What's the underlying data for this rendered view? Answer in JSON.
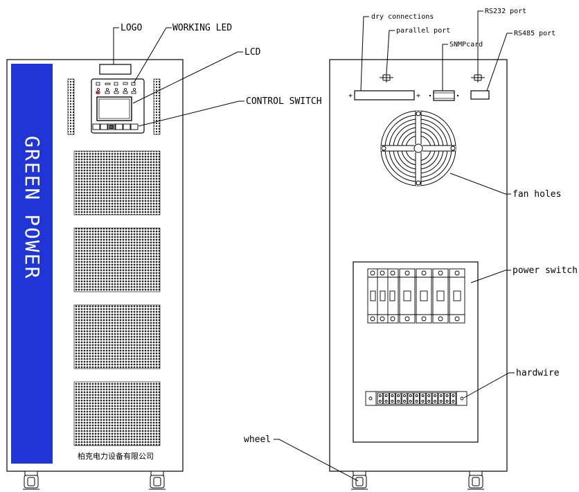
{
  "front_view": {
    "brand_text": "GREEN POWER",
    "company_name": "柏克电力设备有限公司",
    "brand_panel_color": "#1f35d6",
    "callouts": {
      "logo": "LOGO",
      "working_led": "WORKING LED",
      "lcd": "LCD",
      "control_switch": "CONTROL SWITCH"
    }
  },
  "rear_view": {
    "callouts": {
      "dry_connections": "dry connections",
      "parallel_port": "parallel port",
      "snmp_card": "SNMPcard",
      "rs232_port": "RS232 port",
      "rs485_port": "RS485 port",
      "fan_holes": "fan holes",
      "power_switch": "power switch",
      "hardwire": "hardwire",
      "wheel": "wheel"
    }
  }
}
